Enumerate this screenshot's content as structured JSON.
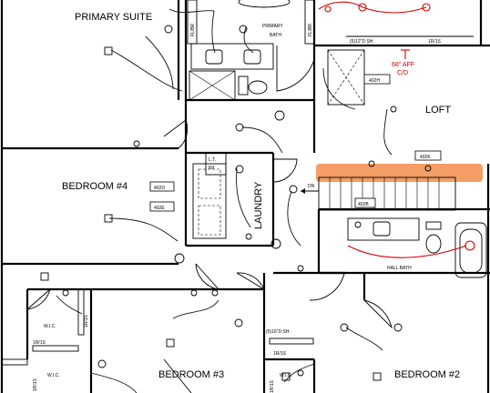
{
  "rooms": {
    "primary_suite": "PRIMARY SUITE",
    "primary_bath_1": "PRIMARY",
    "primary_bath_2": "BATH",
    "loft": "LOFT",
    "bedroom4": "BEDROOM #4",
    "laundry": "LAUNDRY",
    "hall_bath": "HALL BATH",
    "bedroom3": "BEDROOM #3",
    "bedroom2": "BEDROOM #2",
    "wic_left": "W.I.C.",
    "wic_left2": "W.I.C.",
    "wic_mid": "W.I.C."
  },
  "notes": {
    "flbr_1": "FL/BR",
    "flbr_2": "FL/BR",
    "shelf_top": "(5)12\"D SH.",
    "rs_top": "1R/1S",
    "shelf_bottom": "(5)16\"D SH.",
    "rs_bottom": "1R/1S",
    "rs_wic_left": "1R/1S",
    "rs_wic_left_v": "1R/1S",
    "rs_wic_far": "1R/1S",
    "rs_mid": "1R/1S",
    "lt_1": "L.T.",
    "lt_2": "R/I",
    "dn": "DN",
    "affc_1": "68\" AFF",
    "affc_2": "C/D"
  },
  "tags": {
    "t402h": "402H",
    "t402k": "402K",
    "t402d": "402D",
    "t402e": "402E",
    "t402b": "402B"
  },
  "colors": {
    "highlight": "#f28c4a",
    "red_device": "#d40000",
    "line": "#000000"
  }
}
